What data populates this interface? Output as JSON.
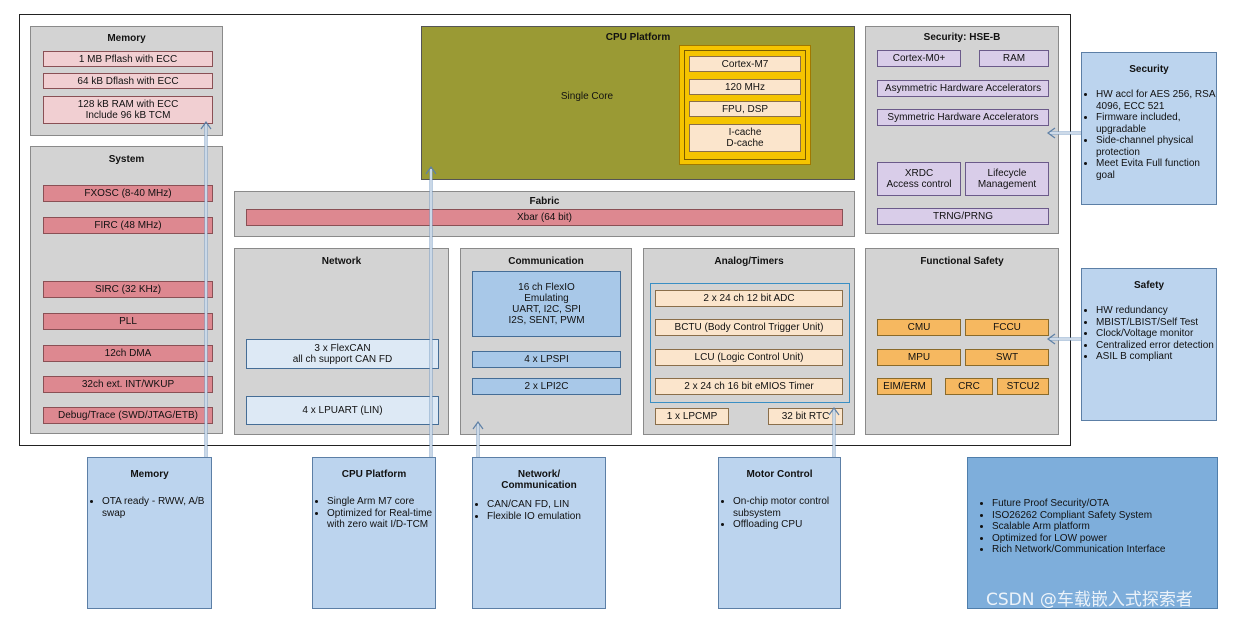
{
  "memory": {
    "title": "Memory",
    "items": [
      "1 MB Pflash with ECC",
      "64 kB Dflash with ECC",
      "128 kB RAM with ECC\nInclude 96 kB TCM"
    ]
  },
  "system": {
    "title": "System",
    "items": [
      "FXOSC (8-40 MHz)",
      "FIRC (48 MHz)",
      "SIRC (32 KHz)",
      "PLL",
      "12ch DMA",
      "32ch ext. INT/WKUP",
      "Debug/Trace (SWD/JTAG/ETB)"
    ]
  },
  "cpu": {
    "title": "CPU Platform",
    "core_label": "Single Core",
    "core_items": [
      "Cortex-M7",
      "120 MHz",
      "FPU, DSP",
      "I-cache\nD-cache"
    ]
  },
  "fabric": {
    "title": "Fabric",
    "xbar": "Xbar (64 bit)"
  },
  "security": {
    "title": "Security: HSE-B",
    "cortex": "Cortex-M0+",
    "ram": "RAM",
    "asym": "Asymmetric Hardware Accelerators",
    "sym": "Symmetric Hardware Accelerators",
    "xrdc": "XRDC\nAccess control",
    "lifecycle": "Lifecycle\nManagement",
    "trng": "TRNG/PRNG"
  },
  "network": {
    "title": "Network",
    "flexcan": "3 x FlexCAN\nall ch support CAN FD",
    "lpuart": "4 x LPUART (LIN)"
  },
  "communication": {
    "title": "Communication",
    "flexio": "16 ch FlexIO\nEmulating\nUART, I2C, SPI\nI2S, SENT, PWM",
    "lpspi": "4 x LPSPI",
    "lpi2c": "2 x LPI2C"
  },
  "analog": {
    "title": "Analog/Timers",
    "items": [
      "2 x 24 ch 12 bit ADC",
      "BCTU (Body Control Trigger Unit)",
      "LCU (Logic Control Unit)",
      "2 x 24 ch 16 bit eMIOS Timer"
    ],
    "lpcmp": "1 x LPCMP",
    "rtc": "32 bit RTC"
  },
  "functional_safety": {
    "title": "Functional Safety",
    "row1": [
      "CMU",
      "FCCU"
    ],
    "row2": [
      "MPU",
      "SWT"
    ],
    "row3": [
      "EIM/ERM",
      "CRC",
      "STCU2"
    ]
  },
  "notes": {
    "security": {
      "title": "Security",
      "items": [
        "HW accl for AES 256, RSA 4096, ECC 521",
        "Firmware included, upgradable",
        "Side-channel physical protection",
        "Meet Evita Full function goal"
      ]
    },
    "safety": {
      "title": "Safety",
      "items": [
        "HW redundancy",
        "MBIST/LBIST/Self Test",
        "Clock/Voltage monitor",
        "Centralized error detection",
        "ASIL B compliant"
      ]
    },
    "memory": {
      "title": "Memory",
      "items": [
        "OTA ready - RWW, A/B swap"
      ]
    },
    "cpu": {
      "title": "CPU Platform",
      "items": [
        "Single Arm M7 core",
        "Optimized for Real-time with zero wait I/D-TCM"
      ]
    },
    "network": {
      "title": "Network/\nCommunication",
      "items": [
        "CAN/CAN FD, LIN",
        "Flexible IO emulation"
      ]
    },
    "motor": {
      "title": "Motor Control",
      "items": [
        "On-chip motor control subsystem",
        "Offloading CPU"
      ]
    },
    "summary": {
      "items": [
        "Future Proof Security/OTA",
        "ISO26262 Compliant Safety System",
        "Scalable Arm platform",
        "Optimized for LOW power",
        "Rich Network/Communication Interface"
      ]
    }
  },
  "watermark": "CSDN @车载嵌入式探索者",
  "colors": {
    "olive": "#9a9a34",
    "gold": "#f5c400",
    "pink": "#dd8890",
    "blue": "#a8c8e8",
    "lavender": "#d9cde9",
    "orange": "#f6b860",
    "summary_bg": "#7eaedb"
  }
}
